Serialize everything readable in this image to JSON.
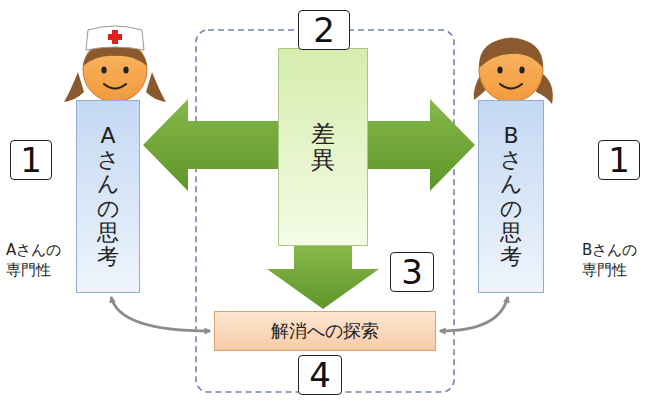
{
  "diagram": {
    "nodes": [
      {
        "text": [
          "Aさんの思考"
        ]
      },
      {
        "text": [
          "差異"
        ]
      },
      {
        "text": [
          "Bさんの思考"
        ]
      },
      {
        "text": [
          "解消への探索"
        ]
      }
    ],
    "edges": [
      {
        "from": 1,
        "to": 0,
        "arrow": "to"
      },
      {
        "from": 1,
        "to": 2,
        "arrow": "to"
      },
      {
        "from": 1,
        "to": 3,
        "arrow": "to"
      },
      {
        "from": 0,
        "to": 3,
        "arrow": "both"
      },
      {
        "from": 2,
        "to": 3,
        "arrow": "both"
      }
    ],
    "labels": [
      "2",
      "1",
      "Aさんの専門性",
      "1",
      "Bさんの専門性",
      "3",
      "4"
    ]
  }
}
